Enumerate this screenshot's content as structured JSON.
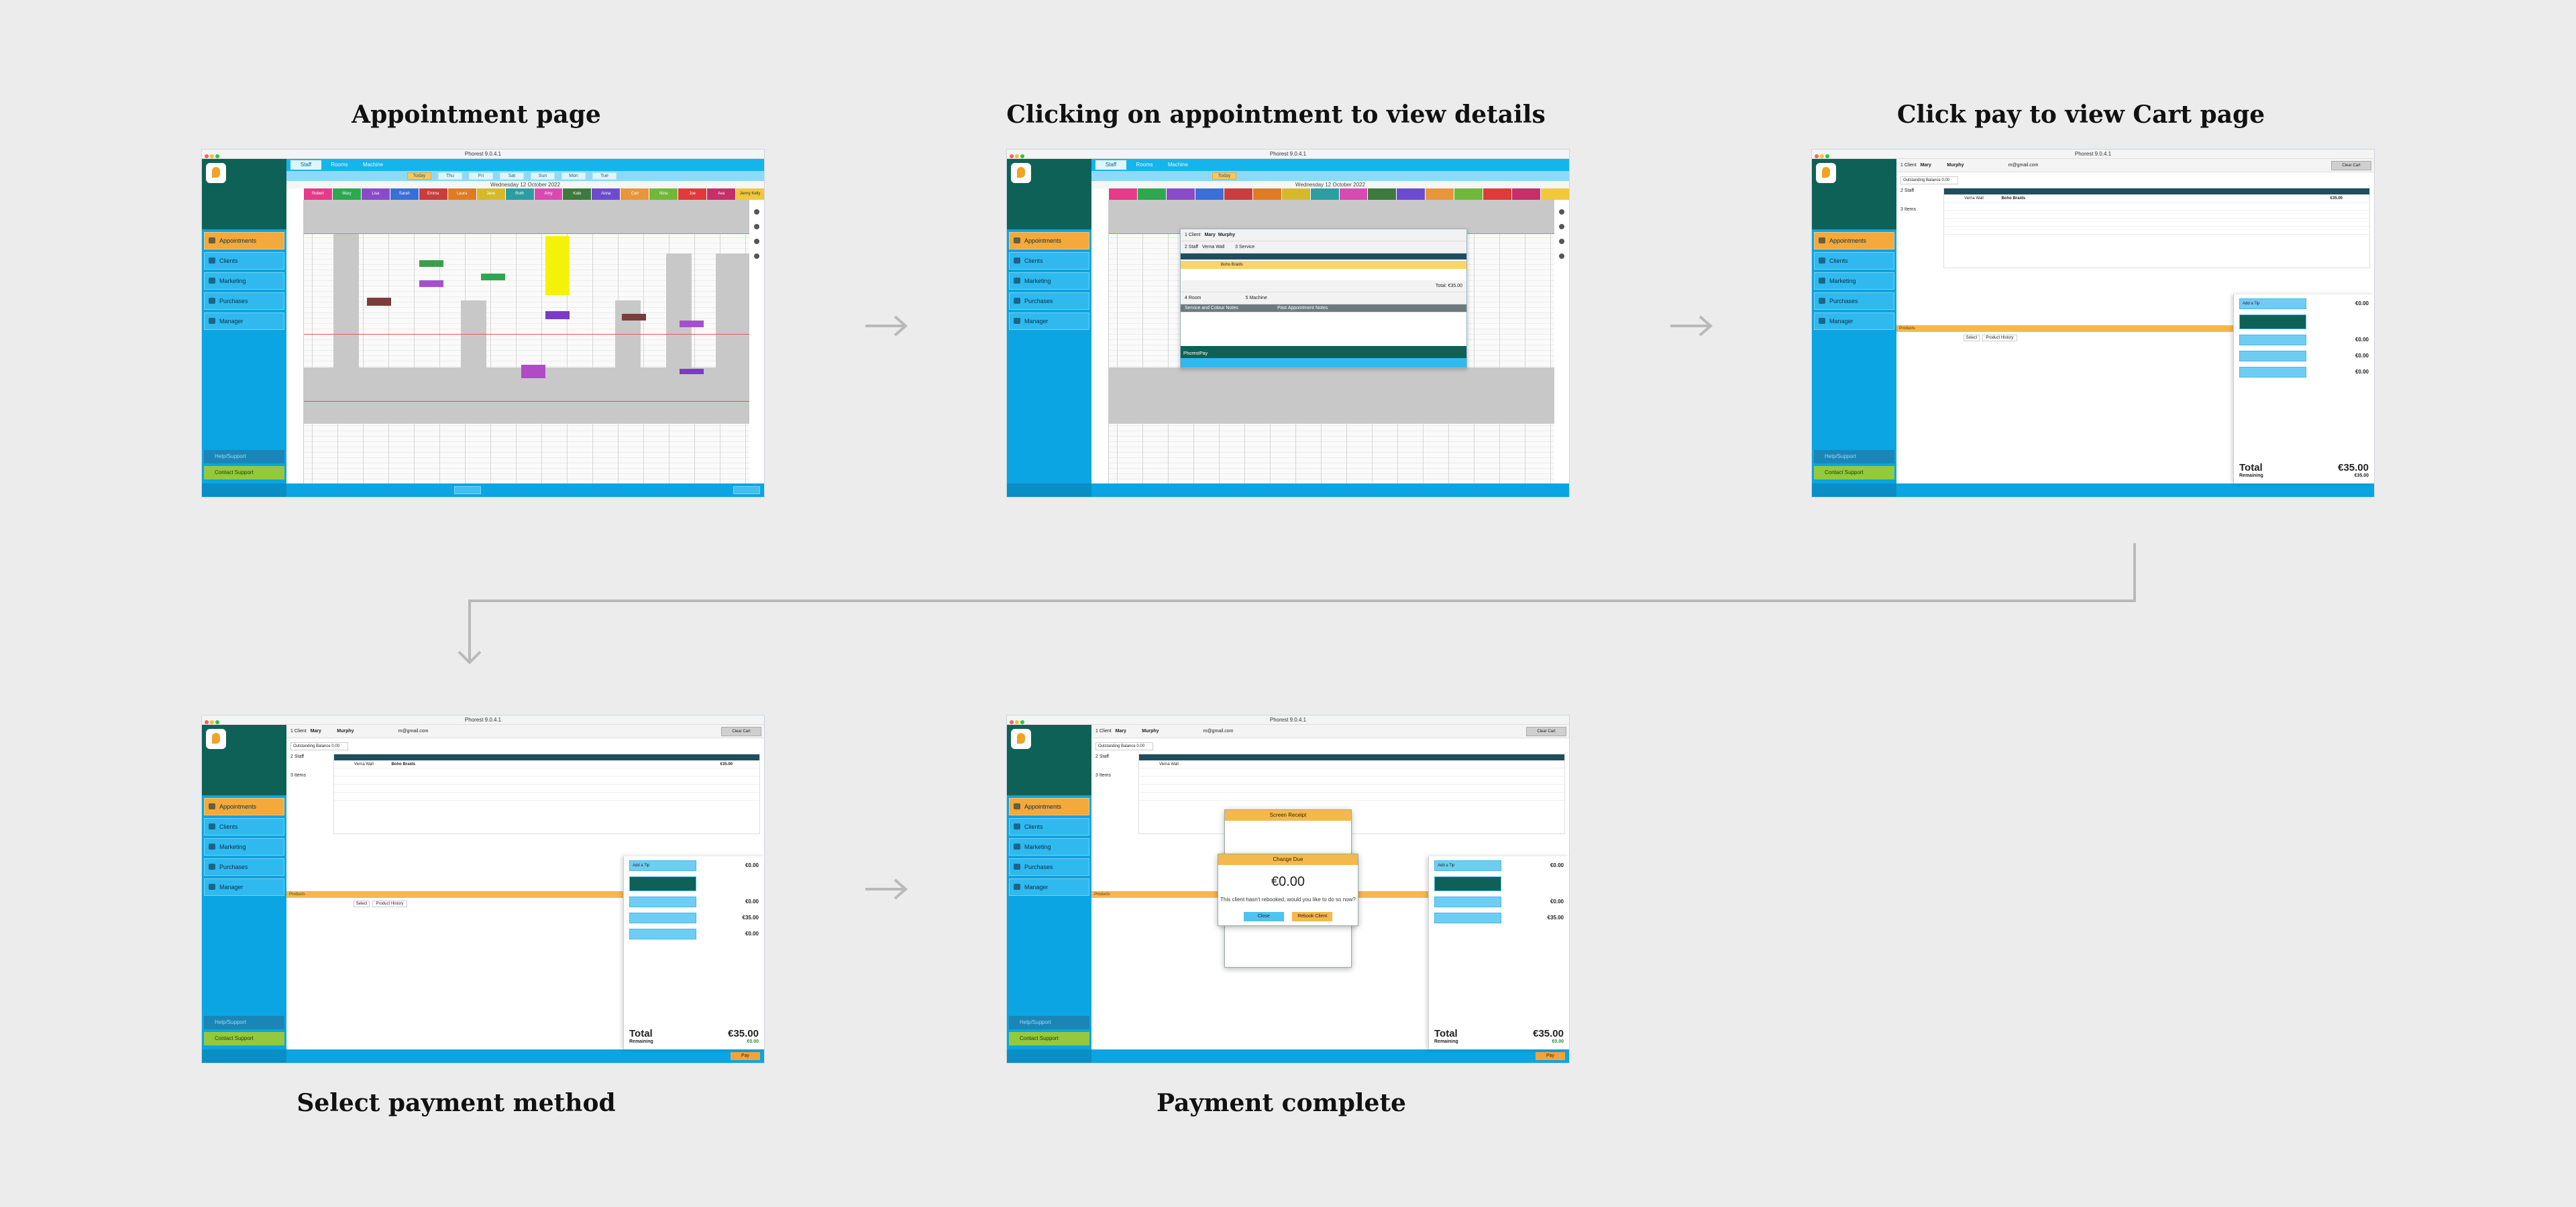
{
  "captions": {
    "p1": "Appointment page",
    "p2": "Clicking on appointment to view details",
    "p3": "Click pay to view Cart page",
    "p4": "Select payment method",
    "p5": "Payment complete"
  },
  "app": {
    "window_title": "Phorest 9.0.4.1",
    "sidebar": [
      "Appointments",
      "Clients",
      "Marketing",
      "Purchases",
      "Manager"
    ],
    "sidebar_bottom": [
      "Help/Support",
      "Contact Support"
    ],
    "calendar_tabs": [
      "Staff",
      "Rooms",
      "Machine"
    ],
    "day_chips": [
      "Today",
      "Thu",
      "Fri",
      "Sat",
      "Sun",
      "Mon",
      "Tue"
    ],
    "date_label": "Wednesday 12 October 2022",
    "staff": [
      "Robert",
      "Mary",
      "Lisa",
      "Sarah",
      "Emma",
      "Laura",
      "Jane",
      "Ruth",
      "Amy",
      "Kate",
      "Anna",
      "Carl",
      "Nina",
      "Joe",
      "Ava",
      "Jenny Kelly"
    ]
  },
  "details": {
    "client_label": "1  Client",
    "client_first": "Mary",
    "client_last": "Murphy",
    "staff_label": "2  Staff",
    "staff_value": "Verna Wall",
    "service_label": "3  Service",
    "service_value": "Boho Braids",
    "total": "Total: €35.00",
    "room_label": "4  Room",
    "machine_label": "5  Machine",
    "notes_label": "Service and Colour Notes",
    "last_notes_label": "Past Appointment Notes",
    "phorestpay": "PhorestPay"
  },
  "cart": {
    "client_label": "1  Client",
    "client_first": "Mary",
    "client_last": "Murphy",
    "email": "m@gmail.com",
    "clear_button": "Clear Cart",
    "outstanding": "Outstanding Balance 0.00",
    "staff_label": "2  Staff",
    "staff_value": "Verna Wall",
    "items_label": "3  Items",
    "item_name": "Boho Braids",
    "item_amount": "€35.00",
    "products_label": "Products",
    "select_button": "Select",
    "history_button": "Product History",
    "add_tip": "Add a Tip",
    "pay_rows": [
      "€0.00",
      "€0.00",
      "€35.00",
      "€0.00",
      "€0.00",
      "€0.00",
      "€0.00"
    ],
    "tip_label": "Tip",
    "tip_value": "€0.00",
    "total_label": "Total",
    "total_value": "€35.00",
    "remaining_label": "Remaining",
    "remaining_p3": "€35.00",
    "remaining_p4": "€0.00",
    "pay_button": "Pay"
  },
  "complete": {
    "receipt_title": "Screen Receipt",
    "change_title": "Change Due",
    "change_value": "€0.00",
    "message": "This client hasn't rebooked, would you like to do so now?",
    "btn_close": "Close",
    "btn_rebook": "Rebook Client"
  },
  "colors": {
    "brand": "#0aa5e2",
    "dark_teal": "#0e6157",
    "accent_orange": "#f3a93b",
    "page_bg": "#ececec"
  }
}
